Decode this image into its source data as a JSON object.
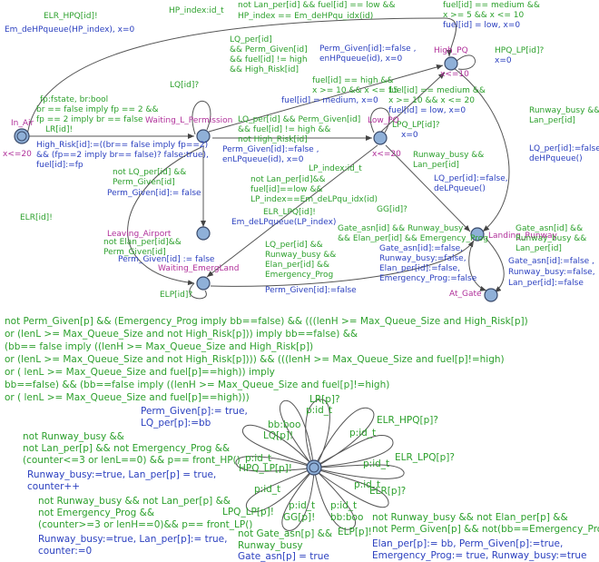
{
  "locations": {
    "in_air": "In_Air",
    "high_pq": "High_PQ",
    "low_pq": "Low_PQ",
    "waiting_l_permission": "Waiting_L_Permission",
    "leaving_airport": "Leaving_Airport",
    "waiting_emerg_land": "Waiting_EmergLand",
    "landing_runway": "Landing_Runway",
    "at_gate": "At_Gate"
  },
  "in_air_invariant": "x<=20",
  "high_pq_invariant": "x<=10",
  "low_pq_invariant": "x<=20",
  "top_lines": [
    "ELR_HPQ[id]!",
    "HP_index:id_t",
    "not Lan_per[id] && fuel[id] == low &&",
    "HP_index == Em_deHPqu_idx(id)",
    "fuel[id] == medium &&",
    "x >= 5 && x <= 10",
    "fuel[id] = low, x=0",
    "Em_deHPqueue(HP_index), x=0",
    "HPQ_LP[id]?",
    "x=0"
  ],
  "labels": {
    "lq_per_high_1": "LQ_per[id]",
    "lq_per_high_2": "&& Perm_Given[id]",
    "lq_per_high_3": "&& fuel[id] != high",
    "lq_per_high_4": "&& High_Risk[id]",
    "perm_given_false_1": "Perm_Given[id]:=false ,",
    "perm_given_false_2": "enHPqueue(id), x=0",
    "lq_id": "LQ[id]?",
    "select_1": "fp:fstate, br:bool",
    "select_2": "br == false imply fp == 2 &&",
    "select_3": "fp == 2 imply br == false",
    "select_4": "LR[id]!",
    "fuel_high_1": "fuel[id] == high &&",
    "fuel_high_2": "x >= 10 && x <= 15",
    "fuel_high_3": "fuel[id] = medium, x=0",
    "fuel_med_1": "fuel[id] == medium &&",
    "fuel_med_2": "x >= 10 && x <= 20",
    "fuel_med_3": "fuel[id] = low, x=0",
    "lpq_lp": "LPQ_LP[id]?",
    "lpq_lp_x": "x=0",
    "lq_low_1": "LQ_per[id] && Perm_Given[id]",
    "lq_low_2": "&& fuel[id] != high &&",
    "lq_low_3": "not High_Risk[id]",
    "lq_low_4": "Perm_Given[id]:=false ,",
    "lq_low_5": "enLPqueue(id), x=0",
    "high_risk_1": "High_Risk[id]:=((br== false imply fp==2)",
    "high_risk_2": "&& (fp==2 imply br== false)? false:true),",
    "high_risk_3": "fuel[id]:=fp",
    "runway_busy_1": "Runway_busy &&",
    "runway_busy_2": "Lan_per[id]",
    "lq_false_1": "LQ_per[id]:=false,",
    "lq_false_2": "deHPqueue()",
    "runway_low_1": "Runway_busy &&",
    "runway_low_2": "Lan_per[id]",
    "lq_false_3": "LQ_per[id]:=false,",
    "lq_false_4": "deLPqueue()",
    "not_lq_1": "not LQ_per[id] &&",
    "not_lq_2": "Perm_Given[id]",
    "not_lq_3": "Perm_Given[id]:= false",
    "lp_index": "LP_index:id_t",
    "not_lan_1": "not Lan_per[id]&&",
    "not_lan_2": "fuel[id]==low &&",
    "not_lan_3": "LP_index==Em_deLPqu_idx(id)",
    "elr_lpq": "ELR_LPQ[id]!",
    "em_delp": "Em_deLPqueue(LP_index)",
    "gg": "GG[id]?",
    "elr_id": "ELR[id]!",
    "not_elan_1": "not Elan_per[id]&&",
    "not_elan_2": "Perm_Given[id]",
    "perm_false_3": "Perm_Given[id] := false",
    "gate_1": "Gate_asn[id] && Runway_busy",
    "gate_2": "&& Elan_per[id] && Emergency_Prog",
    "gate_3": "Gate_asn[id]:=false,",
    "gate_4": "Runway_busy:=false,",
    "gate_5": "Elan_per[id]:=false,",
    "gate_6": "Emergency_Prog:=false",
    "gate_r1": "Gate_asn[id] &&",
    "gate_r2": "Runway_busy &&",
    "gate_r3": "Lan_per[id]",
    "gate_r4": "Gate_asn[id]:=false ,",
    "gate_r5": "Runway_busy:=false,",
    "gate_r6": "Lan_per[id]:=false",
    "emerg_1": "LQ_per[id] &&",
    "emerg_2": "Runway_busy &&",
    "emerg_3": "Elan_per[id] &&",
    "emerg_4": "Emergency_Prog",
    "emerg_5": "Perm_Given[id]:=false",
    "elp_id": "ELP[id]?"
  },
  "middle_lines": [
    "not Perm_Given[p] && (Emergency_Prog imply bb==false) && (((lenH >= Max_Queue_Size and High_Risk[p])",
    "or (lenL >= Max_Queue_Size and not High_Risk[p])) imply bb==false) &&",
    "(bb== false imply ((lenH >= Max_Queue_Size and High_Risk[p])",
    "or (lenL >= Max_Queue_Size and not High_Risk[p]))) && (((lenH >= Max_Queue_Size and fuel[p]!=high)",
    "or ( lenL >= Max_Queue_Size and fuel[p]==high)) imply",
    "bb==false) &&  (bb==false imply ((lenH >= Max_Queue_Size and fuel[p]!=high)",
    "or ( lenL >= Max_Queue_Size and fuel[p]==high)))"
  ],
  "bottom": {
    "perm_given_true": "Perm_Given[p]:= true,",
    "lq_per_bb": "LQ_per[p]:=bb",
    "lr_p": "LR[p]?",
    "p_id_t_1": "p:id_t",
    "bb_bool_1": "bb:boo",
    "lq_p": "LQ[p]!",
    "elr_hpq_p": "ELR_HPQ[p]?",
    "p_id_t_2": "p:id_t",
    "hpq_lp": "HPQ_LP[p]!",
    "elr_lpq_p": "ELR_LPQ[p]?",
    "p_id_t_3": "p:id_t",
    "p_id_t_4": "p:id_t",
    "p_id_t_5": "p:id_t",
    "p_id_t_6": "p:id_t",
    "elr_p": "ELR[p]?",
    "lpq_lp_p": "LPQ_LP[p]!",
    "p_id_t_7": "p:id_t",
    "gg_p": "GG[p]!",
    "p_id_t_8": "p:id_t",
    "bb_bool_2": "bb:boo",
    "elp_p": "ELP[p]!",
    "hp_1": "not Runway_busy &&",
    "hp_2": "not Lan_per[p] && not Emergency_Prog &&",
    "hp_3": "(counter<=3 or lenL==0) && p== front_HP()",
    "hp_4": "Runway_busy:=true, Lan_per[p] = true,",
    "hp_5": "counter++",
    "lp_1": "not Runway_busy && not Lan_per[p] &&",
    "lp_2": "not Emergency_Prog &&",
    "lp_3": "(counter>=3 or lenH==0)&& p== front_LP()",
    "lp_4": "Runway_busy:=true, Lan_per[p]:= true,",
    "lp_5": "counter:=0",
    "gate_1": "not Gate_asn[p] &&",
    "gate_2": "Runway_busy",
    "gate_3": "Gate_asn[p] = true",
    "el_1": "not Runway_busy && not Elan_per[p] &&",
    "el_2": "not Perm_Given[p] && not(bb==Emergency_Prog)",
    "el_3": "Elan_per[p]:= bb, Perm_Given[p]:=true,",
    "el_4": "Emergency_Prog:= true, Runway_busy:=true"
  }
}
